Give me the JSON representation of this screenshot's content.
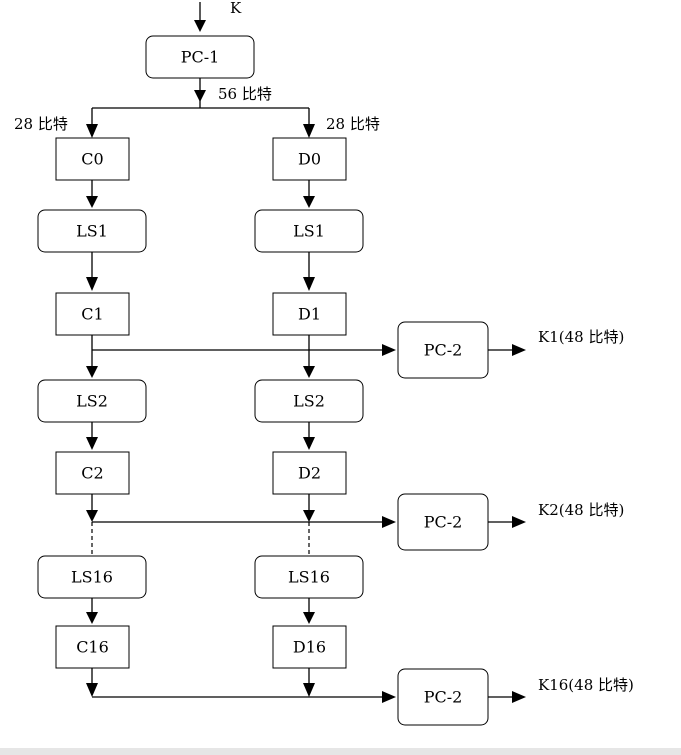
{
  "input_label": "K",
  "pc1": "PC-1",
  "bits56": "56 比特",
  "bits28_left": "28 比特",
  "bits28_right": "28 比特",
  "c0": "C0",
  "d0": "D0",
  "ls1_left": "LS1",
  "ls1_right": "LS1",
  "c1": "C1",
  "d1": "D1",
  "pc2_a": "PC-2",
  "k1": "K1(48 比特)",
  "ls2_left": "LS2",
  "ls2_right": "LS2",
  "c2": "C2",
  "d2": "D2",
  "pc2_b": "PC-2",
  "k2": "K2(48 比特)",
  "ls16_left": "LS16",
  "ls16_right": "LS16",
  "c16": "C16",
  "d16": "D16",
  "pc2_c": "PC-2",
  "k16": "K16(48 比特)"
}
